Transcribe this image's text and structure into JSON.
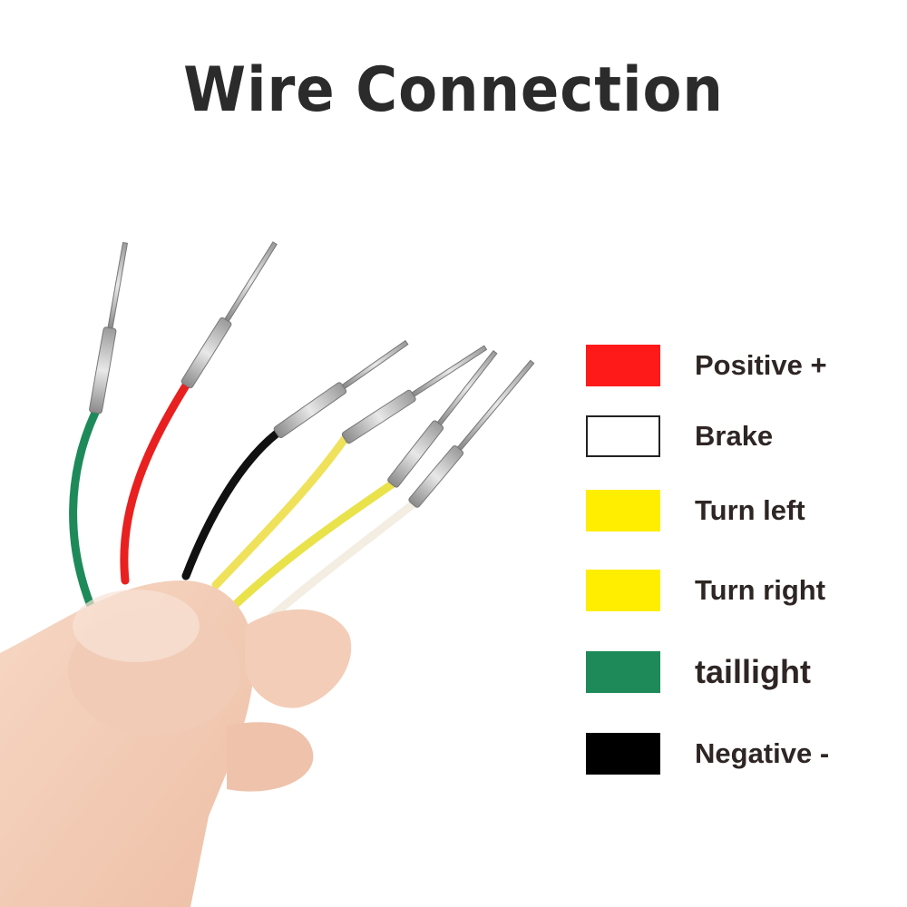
{
  "title": "Wire Connection",
  "legend": [
    {
      "label": "Positive +",
      "color": "#ff1a1a"
    },
    {
      "label": "Brake",
      "color": "#ffffff"
    },
    {
      "label": "Turn left",
      "color": "#ffee00"
    },
    {
      "label": "Turn right",
      "color": "#ffee00"
    },
    {
      "label": "taillight",
      "color": "#1e8a5a"
    },
    {
      "label": "Negative -",
      "color": "#000000"
    }
  ],
  "wires": [
    {
      "function": "taillight",
      "color": "#1e8a5a"
    },
    {
      "function": "Positive +",
      "color": "#e82020"
    },
    {
      "function": "Negative -",
      "color": "#111111"
    },
    {
      "function": "Turn left",
      "color": "#efe25a"
    },
    {
      "function": "Turn right",
      "color": "#e9e24a"
    },
    {
      "function": "Brake",
      "color": "#f3ede2"
    }
  ],
  "icons": {
    "hand": "hand-holding-wires"
  }
}
